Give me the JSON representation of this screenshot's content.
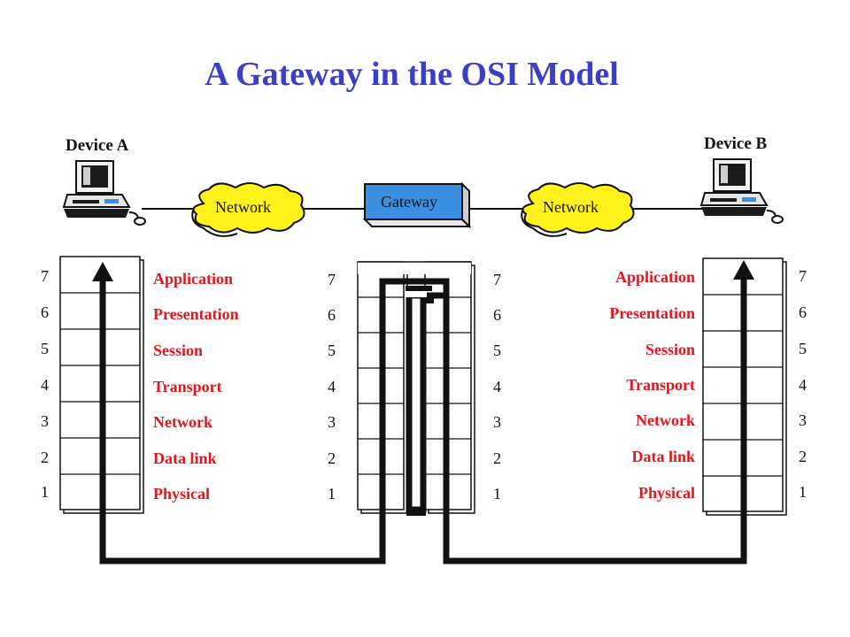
{
  "title": "A Gateway in the OSI Model",
  "devices": {
    "a": "Device A",
    "b": "Device B"
  },
  "network_left": "Network",
  "network_right": "Network",
  "gateway": "Gateway",
  "layers": [
    "Application",
    "Presentation",
    "Session",
    "Transport",
    "Network",
    "Data link",
    "Physical"
  ],
  "layer_numbers": [
    "7",
    "6",
    "5",
    "4",
    "3",
    "2",
    "1"
  ],
  "colors": {
    "title": "#3b3fc4",
    "layer_label": "#e8141b",
    "cloud": "#fff21a",
    "gateway": "#3a8fe0"
  }
}
